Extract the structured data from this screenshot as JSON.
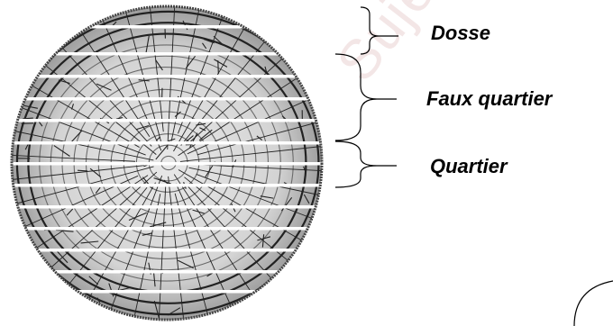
{
  "labels": {
    "dosse": "Dosse",
    "faux_quartier": "Faux quartier",
    "quartier": "Quartier"
  },
  "watermark": "Sujets d'Examens",
  "colors": {
    "ink": "#000000",
    "wood_dark": "#222222",
    "wood_mid": "#6a6a6a",
    "wood_light": "#c8c8c8",
    "cut_gap": "#ffffff",
    "watermark": "#f3e6e6"
  }
}
